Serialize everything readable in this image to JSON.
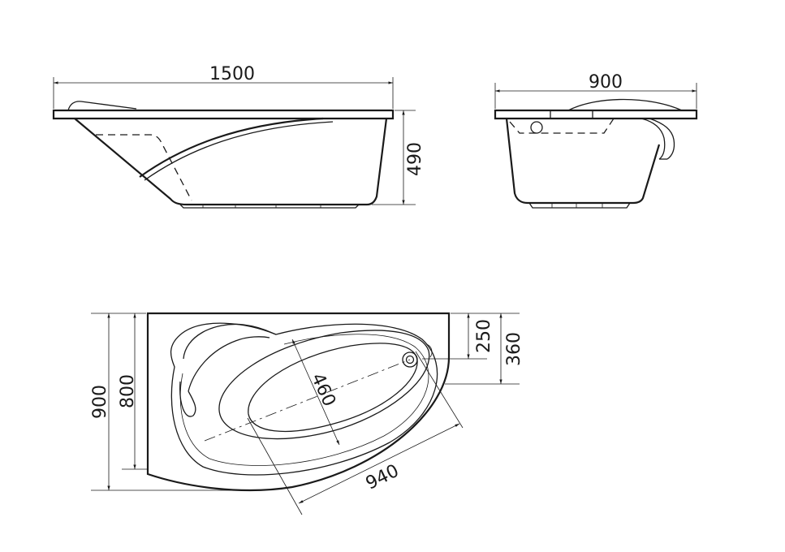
{
  "dimensions": {
    "side_length": "1500",
    "side_height": "490",
    "end_width": "900",
    "plan_width_outer": "900",
    "plan_width_inner": "800",
    "plan_offset_small": "250",
    "plan_offset_large": "360",
    "plan_bowl_width": "460",
    "plan_bowl_length": "940"
  },
  "colors": {
    "line": "#1a1a1a",
    "background": "#ffffff"
  }
}
